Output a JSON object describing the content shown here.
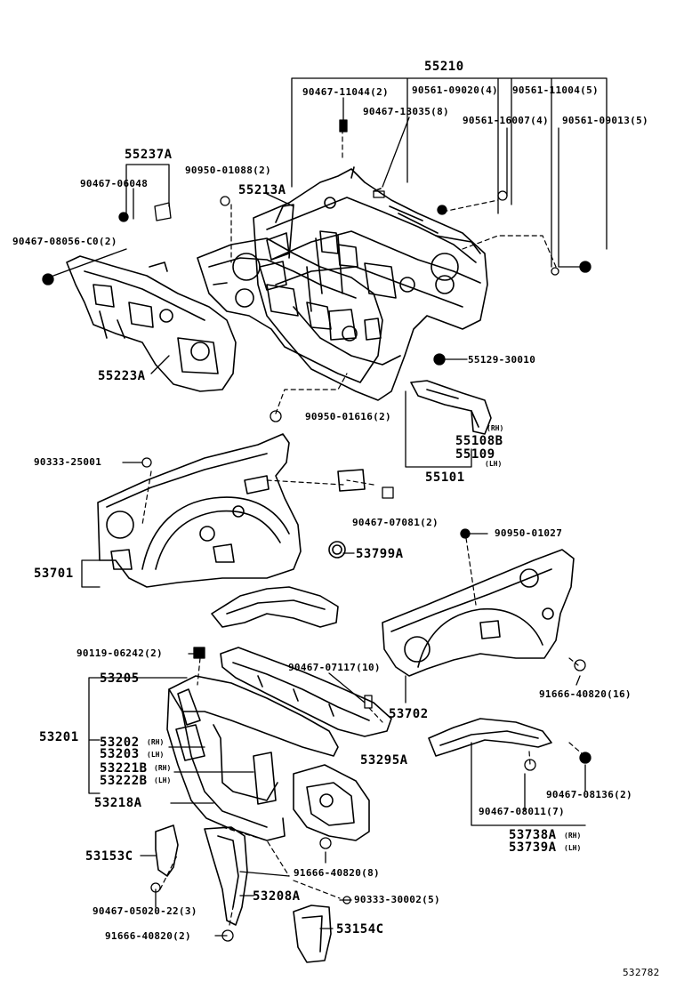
{
  "labels": {
    "p55210": "55210",
    "p90467_11044": "90467-11044(2)",
    "p90561_09020": "90561-09020(4)",
    "p90561_11004": "90561-11004(5)",
    "p90467_13035": "90467-13035(8)",
    "p90561_16007": "90561-16007(4)",
    "p90561_09013": "90561-09013(5)",
    "p55237A": "55237A",
    "p90950_01088": "90950-01088(2)",
    "p55213A": "55213A",
    "p90467_06048": "90467-06048",
    "p90467_08056": "90467-08056-C0(2)",
    "p55223A": "55223A",
    "p55129_30010": "55129-30010",
    "p90950_01616": "90950-01616(2)",
    "p55108B": "55108B",
    "rh1": "(RH)",
    "p55109": "55109",
    "lh1": "(LH)",
    "p55101": "55101",
    "p90333_25001": "90333-25001",
    "p90467_07081": "90467-07081(2)",
    "p90950_01027": "90950-01027",
    "p53799A": "53799A",
    "p53701": "53701",
    "p90119_06242": "90119-06242(2)",
    "p90467_07117": "90467-07117(10)",
    "p53205": "53205",
    "p53702": "53702",
    "p91666_40820_16": "91666-40820(16)",
    "p53201": "53201",
    "p53202": "53202",
    "rh2": "(RH)",
    "p53203": "53203",
    "lh2": "(LH)",
    "p53221B": "53221B",
    "rh3": "(RH)",
    "p53222B": "53222B",
    "lh3": "(LH)",
    "p53295A": "53295A",
    "p53218A": "53218A",
    "p90467_08136": "90467-08136(2)",
    "p90467_08011": "90467-08011(7)",
    "p53738A": "53738A",
    "rh4": "(RH)",
    "p53739A": "53739A",
    "lh4": "(LH)",
    "p53153C": "53153C",
    "p91666_40820_8": "91666-40820(8)",
    "p53208A": "53208A",
    "p90333_30002": "90333-30002(5)",
    "p90467_05020": "90467-05020-22(3)",
    "p91666_40820_2": "91666-40820(2)",
    "p53154C": "53154C",
    "diagram_id": "532782"
  }
}
